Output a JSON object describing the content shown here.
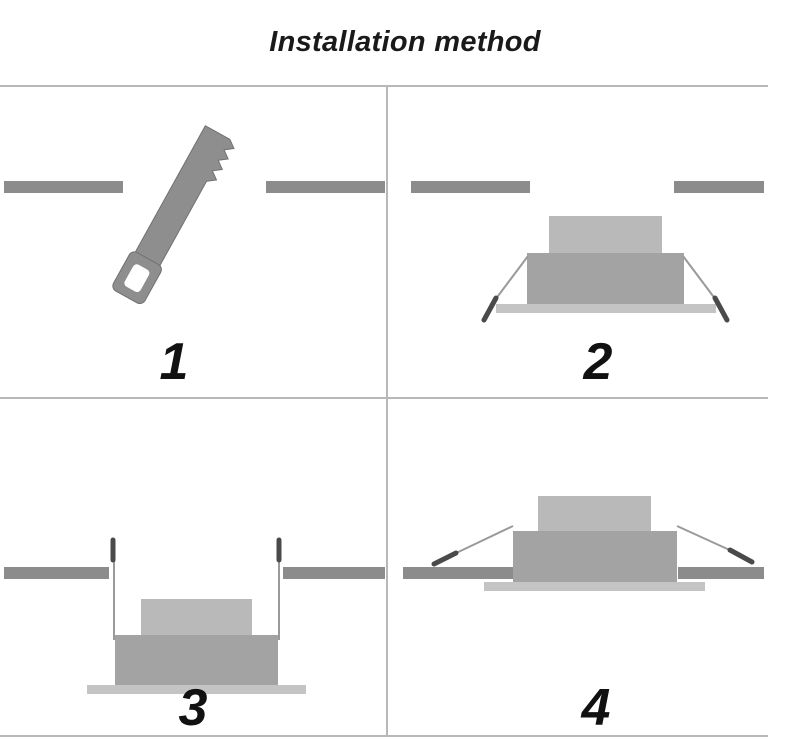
{
  "title": "Installation method",
  "steps": [
    {
      "number": "1"
    },
    {
      "number": "2"
    },
    {
      "number": "3"
    },
    {
      "number": "4"
    }
  ],
  "colors": {
    "ceiling": "#8c8c8c",
    "lamp_body": "#a3a3a3",
    "lamp_top": "#b9b9b9",
    "lamp_trim": "#c4c4c4",
    "spring_tip": "#4a4a4a",
    "spring_wire": "#9a9a9a",
    "grid_line": "#b8b8b8",
    "saw_blade": "#8e8e8e"
  }
}
